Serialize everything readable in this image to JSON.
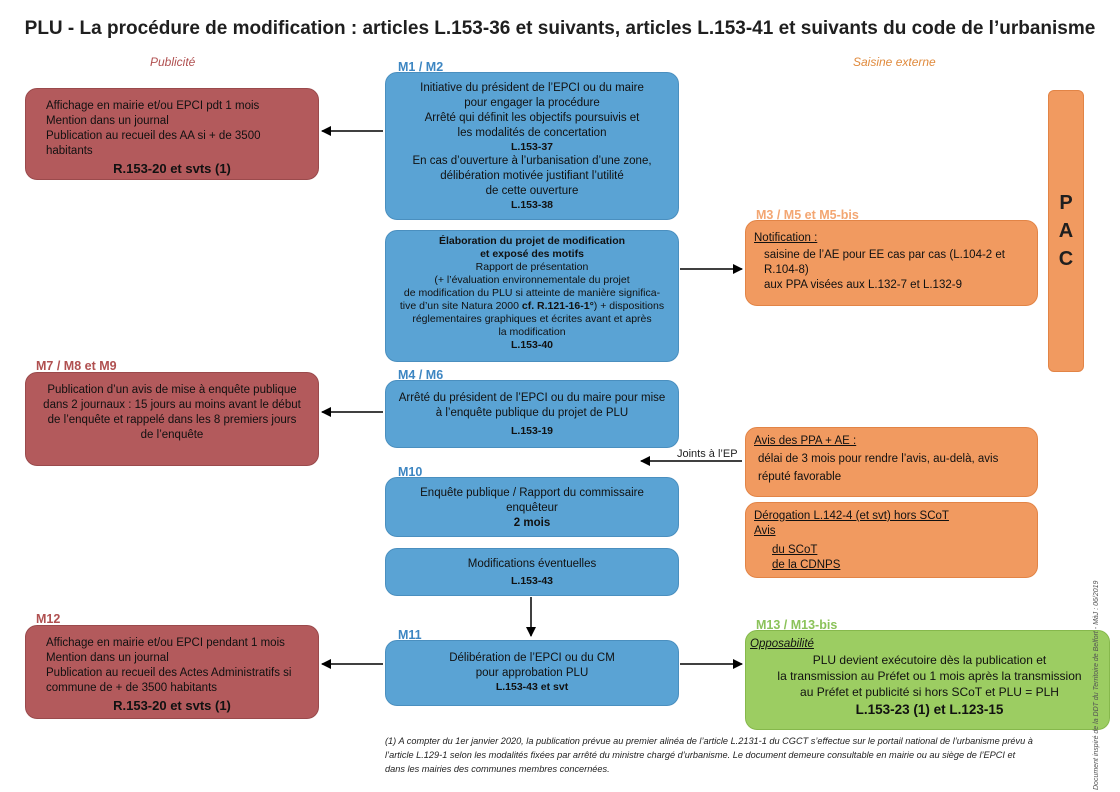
{
  "title": "PLU - La procédure de modification : articles L.153-36 et suivants, articles L.153-41 et suivants du code de l’urbanisme",
  "columns": {
    "left": "Publicité",
    "right": "Saisine externe"
  },
  "center": {
    "m1": {
      "tag": "M1 / M2",
      "lines": [
        "Initiative du président de l’EPCI ou du maire",
        "pour engager la procédure",
        "Arrêté qui définit les objectifs poursuivis et",
        "les modalités de concertation"
      ],
      "ref1": "L.153-37",
      "lines2": [
        "En cas d’ouverture à l’urbanisation d’une zone,",
        "délibération motivée justifiant l’utilité",
        "de cette ouverture"
      ],
      "ref2": "L.153-38"
    },
    "elab": {
      "head": [
        "Élaboration du projet de modification",
        "et exposé des motifs"
      ],
      "lines": [
        "Rapport de présentation",
        "(+ l’évaluation environnementale du projet",
        "de modification du PLU si atteinte de manière significa-"
      ],
      "natura_pre": "tive d’un site Natura 2000 ",
      "natura_ref": "cf. R.121-16-1°",
      "natura_post": ") + dispositions",
      "lines2": [
        "réglementaires graphiques et écrites avant et après",
        "la modification"
      ],
      "ref": "L.153-40"
    },
    "m4": {
      "tag": "M4 / M6",
      "lines": [
        "Arrêté du président de l’EPCI ou du maire pour mise",
        "à l’enquête publique du projet de PLU"
      ],
      "ref": "L.153-19"
    },
    "m10": {
      "tag": "M10",
      "lines": [
        "Enquête publique / Rapport du commissaire",
        "enquêteur"
      ],
      "ref": "2 mois"
    },
    "modif": {
      "line": "Modifications éventuelles",
      "ref": "L.153-43"
    },
    "m11": {
      "tag": "M11",
      "lines": [
        "Délibération de l’EPCI ou du CM",
        "pour approbation PLU"
      ],
      "ref": "L.153-43 et svt"
    }
  },
  "left": {
    "pub1": {
      "lines": [
        "Affichage en mairie et/ou EPCI pdt 1 mois",
        "Mention dans un journal",
        "Publication au recueil des AA si + de 3500",
        "habitants"
      ],
      "ref": "R.153-20 et svts (1)"
    },
    "m7": {
      "tag": "M7 / M8 et M9",
      "lines": [
        "Publication d’un avis de mise à enquête publique",
        "dans 2 journaux : 15 jours au moins avant le début",
        "de l’enquête et rappelé dans les 8 premiers jours",
        "de l’enquête"
      ]
    },
    "m12": {
      "tag": "M12",
      "lines": [
        "Affichage en mairie et/ou EPCI pendant 1 mois",
        "Mention dans un journal",
        "Publication au recueil des Actes Administratifs si",
        "commune de + de 3500 habitants"
      ],
      "ref": "R.153-20 et svts (1)"
    }
  },
  "right": {
    "m3": {
      "tag": "M3 / M5 et M5-bis",
      "head": "Notification :",
      "lines": [
        "saisine de l’AE pour EE cas par cas (L.104-2 et",
        "R.104-8)",
        "aux PPA visées aux L.132-7 et L.132-9"
      ]
    },
    "avis": {
      "head": "Avis des PPA + AE :",
      "lines": [
        "délai de 3 mois pour rendre l’avis, au-delà, avis",
        "réputé favorable"
      ]
    },
    "derog": {
      "head": "Dérogation L.142-4 (et svt) hors SCoT",
      "head2": "Avis",
      "items": [
        "du SCoT",
        "de la CDNPS"
      ]
    },
    "m13": {
      "tag": "M13 / M13-bis",
      "head": "Opposabilité",
      "lines": [
        "PLU devient exécutoire dès la publication et",
        "la transmission au Préfet ou 1 mois après la transmission",
        "au Préfet et publicité si hors SCoT et PLU = PLH"
      ],
      "ref": "L.153-23 (1) et L.123-15"
    }
  },
  "pac": [
    "P",
    "A",
    "C"
  ],
  "joints": "Joints à l’EP",
  "footnote": "(1) A compter du 1er janvier 2020, la publication prévue au premier alinéa de l’article L.2131-1 du CGCT s’effectue sur le portail national de l’urbanisme prévu à l’article L.129-1 selon les modalités fixées par arrêté du ministre chargé d’urbanisme. Le document demeure consultable en mairie ou au siège de l’EPCI et dans les mairies des communes membres concernées.",
  "side_note": "Document inspiré de la DDT du Territoire de Belfort - MàJ : 06/2019"
}
